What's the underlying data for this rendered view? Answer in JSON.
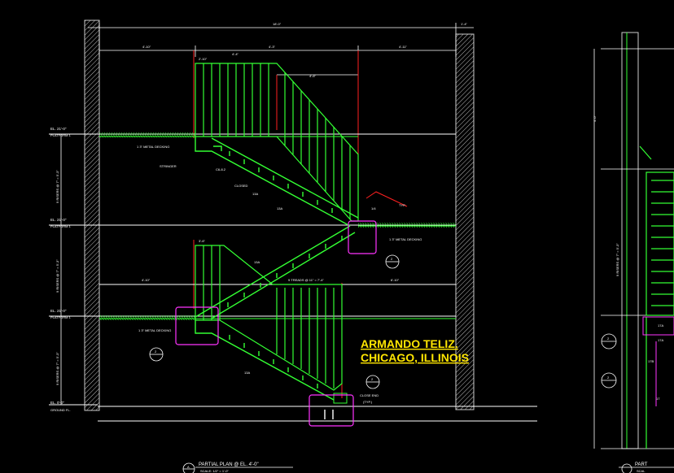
{
  "drawing": {
    "title_line1": "ARMANDO TELIZ.",
    "title_line2": "CHICAGO, ILLINOIS",
    "view_title": "PARTIAL PLAN @ EL. 4'-0\"",
    "view_scale": "SCALE: 1/2\" = 1'-0\"",
    "view_title_right": "PART",
    "view_scale_right": "SCAL",
    "section_mark_label": "A"
  },
  "top_dims": {
    "overall": "18'-0\"",
    "right": "1'-4\"",
    "seg1": "4'-10\"",
    "seg2": "4'-3\"",
    "seg3": "4'-11\"",
    "seg4": "4'-4\"",
    "seg5": "4'-6\""
  },
  "levels": [
    {
      "elev": "EL. 21'-0\"",
      "name": "PLATFORM 1"
    },
    {
      "elev": "EL. 21'-0\"",
      "name": "PLATFORM 1"
    },
    {
      "elev": "EL. 21'-0\"",
      "name": "PLATFORM 1"
    },
    {
      "elev": "EL. 0'-0\"",
      "name": "GROUND FL."
    }
  ],
  "risers": [
    "9 RISERS @ 7\" = 5'-3\"",
    "9 RISERS @ 7\" = 5'-3\"",
    "9 RISERS @ 7\" = 5'-3\""
  ],
  "notes": {
    "deck1": "1 3\" METAL DECKING",
    "deck2": "1 3\" METAL DECKING",
    "deck3": "1 3\" METAL DECKING",
    "stringer": "STRINGER",
    "c_channel": "C6-8.2",
    "closed": "CLOSED",
    "tread_a": "13A",
    "tread_b": "13A",
    "tread_c": "13A",
    "tread_d": "13A",
    "typ": "TYP.",
    "cap": "1/4",
    "close_end": "CLOSE END",
    "close_end_typ": "(TYP.)",
    "treads_run": "9 TREADS @ 11\" = 7'-4\"",
    "dim_mid_left": "4'-10\"",
    "dim_mid_right": "6'-10\"",
    "rail": "2'-10\"",
    "rail2": "3'-6\""
  },
  "callouts": {
    "a": "2",
    "b": "2",
    "c": "2",
    "d": "2"
  },
  "right_view": {
    "label_top": "4'-0\"",
    "risers": "9 RISERS @ 7\" = 5'-3\"",
    "tag1": "17A",
    "tag2": "17A",
    "tag3": "17B",
    "tag4": "17",
    "callout1": "2",
    "callout2": "2"
  },
  "colors": {
    "background": "#000000",
    "green": "#33ff33",
    "yellow": "#ffff00",
    "white": "#ffffff",
    "red": "#ff2020",
    "magenta": "#ff33ff",
    "gray": "#9a9a9a",
    "cyan": "#00e0e0"
  }
}
